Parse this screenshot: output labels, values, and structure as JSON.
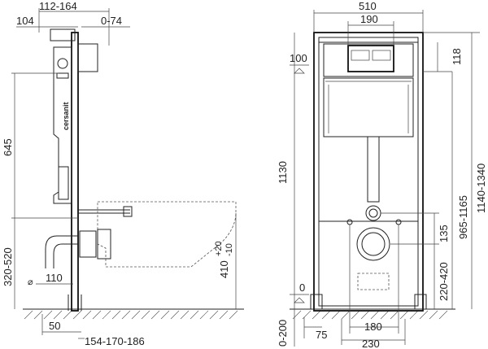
{
  "brand": "cersanit",
  "side_view": {
    "dim_top": "112-164",
    "dim_depth": "104",
    "dim_offset": "0-74",
    "dim_height": "645",
    "dim_outlet": "320-520",
    "dim_pipe": "110",
    "dim_pipe_symbol": "⌀",
    "dim_bowl": "410",
    "dim_bowl_plus": "+20",
    "dim_bowl_minus": "-10",
    "dim_foot": "50",
    "dim_floor": "154-170-186"
  },
  "front_view": {
    "dim_width": "510",
    "dim_panel": "190",
    "dim_100": "100",
    "dim_118": "118",
    "dim_1130": "1130",
    "dim_965": "965-1165",
    "dim_1140": "1140-1340",
    "dim_135": "135",
    "dim_220": "220-420",
    "dim_zero": "0",
    "dim_floor": "0-200",
    "dim_75": "75",
    "dim_180": "180",
    "dim_230": "230"
  }
}
